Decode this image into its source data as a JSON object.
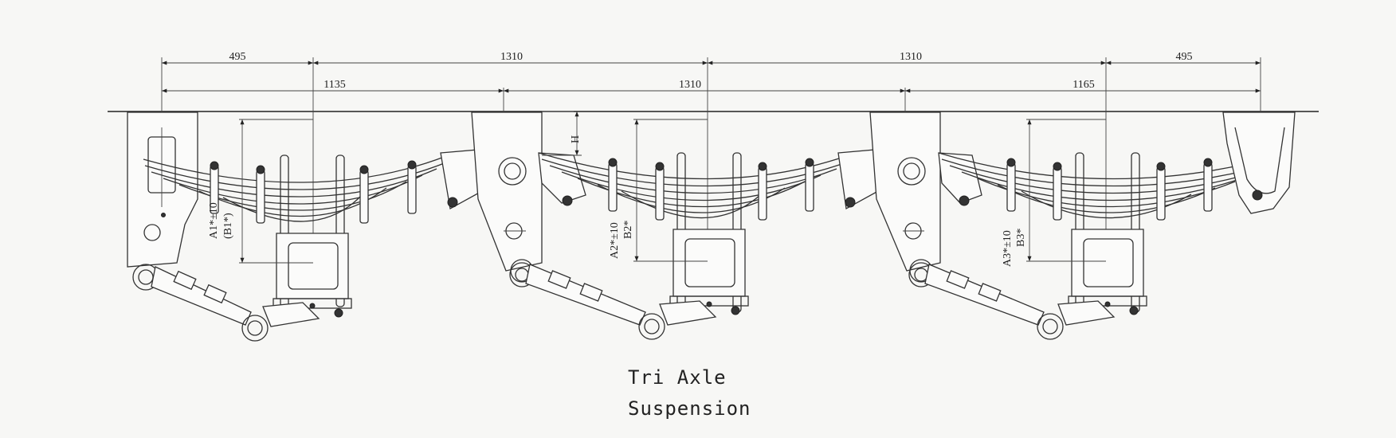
{
  "dimensions": {
    "top_row": [
      "495",
      "1310",
      "1310",
      "495"
    ],
    "second_row": [
      "1135",
      "1310",
      "1165"
    ]
  },
  "side_labels": {
    "axle1": [
      "A1*±10",
      "(B1*)"
    ],
    "axle2": [
      "A2*±10",
      "B2*"
    ],
    "axle3": [
      "A3*±10",
      "B3*"
    ],
    "hanger": "H"
  },
  "caption": {
    "line1": "Tri Axle",
    "line2": "Suspension"
  },
  "colors": {
    "line": "#333333",
    "background": "#f7f7f5"
  }
}
